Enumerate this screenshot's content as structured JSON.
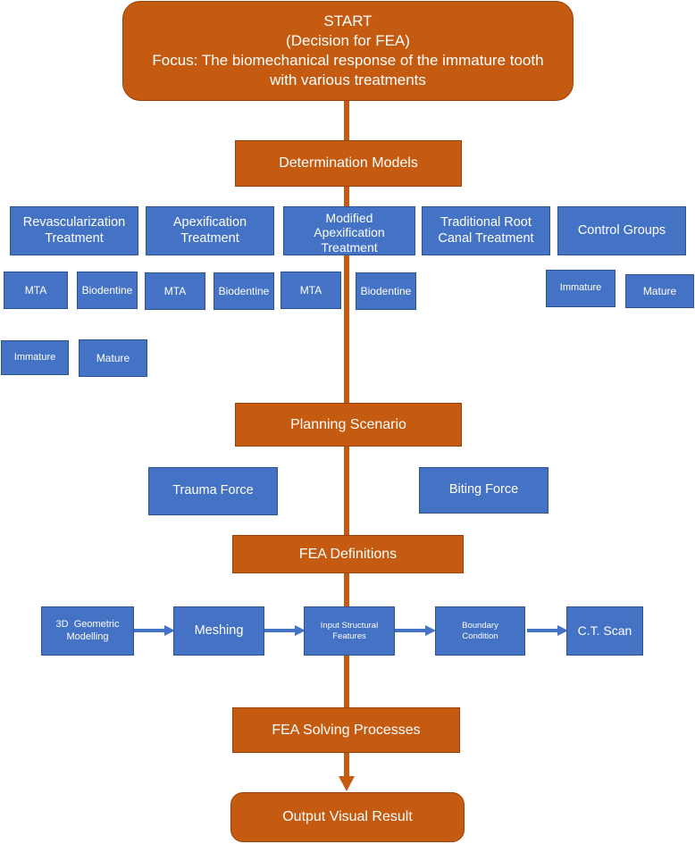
{
  "start": {
    "line1": "START",
    "line2": "(Decision for FEA)",
    "line3": "Focus: The biomechanical response of the immature tooth",
    "line4": "with various treatments"
  },
  "determination_models": "Determination Models",
  "treatments": {
    "revascularization": [
      "Revascularization",
      "Treatment"
    ],
    "apexification": [
      "Apexification",
      "Treatment"
    ],
    "modified_apexification": [
      "Modified",
      "Apexification",
      "Treatment"
    ],
    "traditional_root_canal": [
      "Traditional Root",
      "Canal Treatment"
    ],
    "control_groups": "Control Groups"
  },
  "materials": {
    "rev_mta": "MTA",
    "rev_biodentine": "Biodentine",
    "apex_mta": "MTA",
    "apex_biodentine": "Biodentine",
    "mod_mta": "MTA",
    "mod_biodentine": "Biodentine",
    "control_immature": "Immature",
    "control_mature": "Mature",
    "trc_immature": "Immature",
    "trc_mature": "Mature"
  },
  "planning_scenario": "Planning Scenario",
  "forces": {
    "trauma": "Trauma Force",
    "biting": "Biting Force"
  },
  "fea_definitions": "FEA Definitions",
  "steps": {
    "geometric": [
      "3D  Geometric",
      "Modelling"
    ],
    "meshing": "Meshing",
    "input_structural": [
      "Input Structural",
      "Features"
    ],
    "boundary": [
      "Boundary",
      "Condition"
    ],
    "ct_scan": "C.T. Scan"
  },
  "fea_solving": "FEA Solving Processes",
  "output": "Output Visual Result",
  "colors": {
    "orange": "#c55a11",
    "blue": "#4472c4",
    "connector": "#c55a11",
    "step_arrow": "#4472c4"
  }
}
